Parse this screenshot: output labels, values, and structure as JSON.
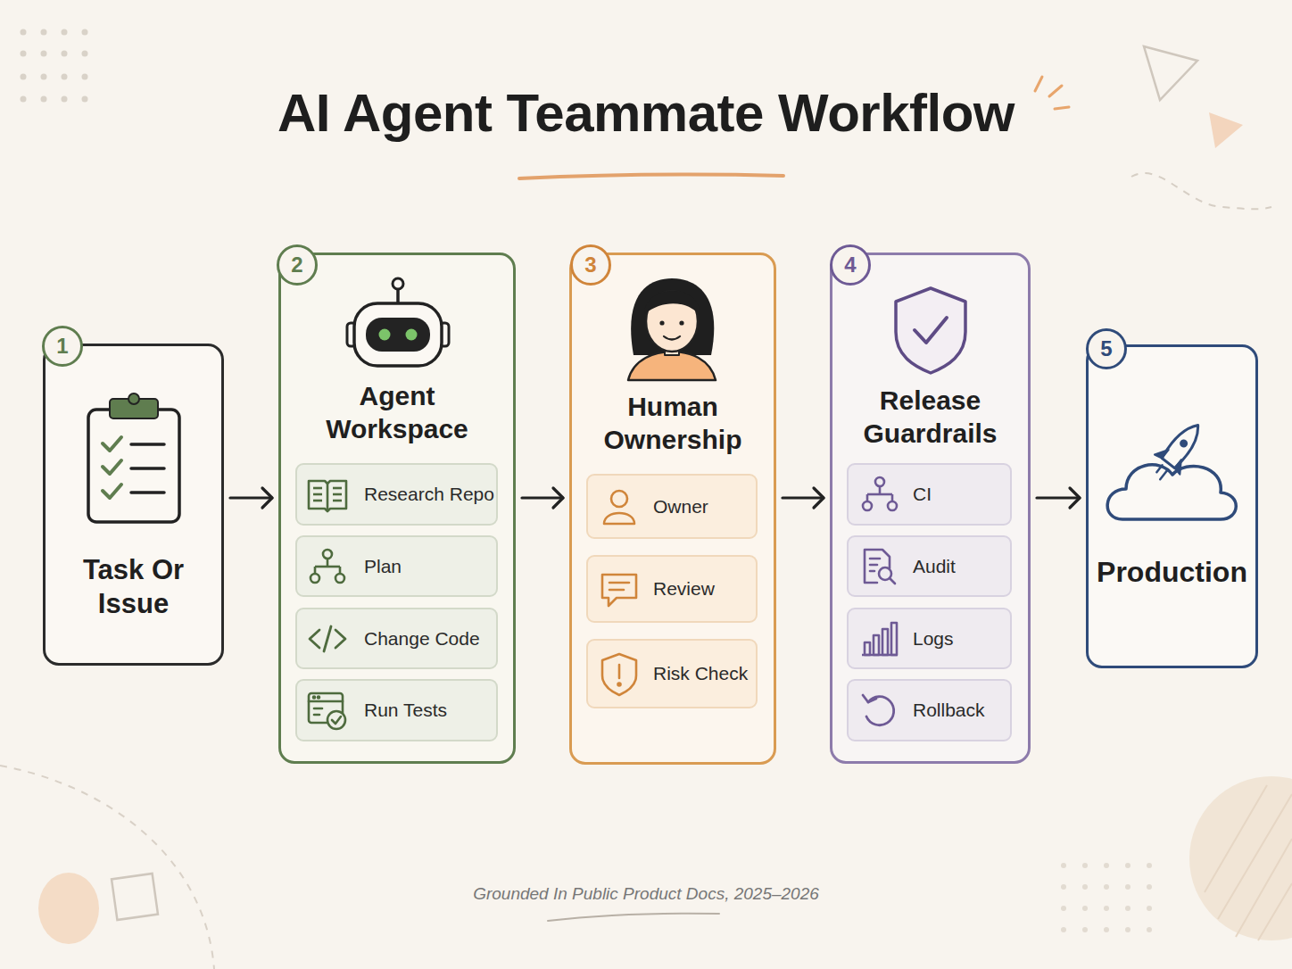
{
  "diagram": {
    "title": "AI Agent Teammate Workflow",
    "caption": "Grounded In Public Product Docs, 2025–2026",
    "nodes": [
      {
        "text": [
          "Task Or Issue"
        ]
      },
      {
        "text": [
          "Agent Workspace"
        ]
      },
      {
        "text": [
          "Research Repo"
        ],
        "in": 1
      },
      {
        "text": [
          "Plan"
        ],
        "in": 1
      },
      {
        "text": [
          "Change Code"
        ],
        "in": 1
      },
      {
        "text": [
          "Run Tests"
        ],
        "in": 1
      },
      {
        "text": [
          "Human Ownership"
        ]
      },
      {
        "text": [
          "Owner"
        ],
        "in": 6
      },
      {
        "text": [
          "Review"
        ],
        "in": 6
      },
      {
        "text": [
          "Risk Check"
        ],
        "in": 6
      },
      {
        "text": [
          "Release Guardrails"
        ]
      },
      {
        "text": [
          "CI"
        ],
        "in": 10
      },
      {
        "text": [
          "Audit"
        ],
        "in": 10
      },
      {
        "text": [
          "Logs"
        ],
        "in": 10
      },
      {
        "text": [
          "Rollback"
        ],
        "in": 10
      },
      {
        "text": [
          "Production"
        ]
      }
    ],
    "edges": [
      {
        "from": 0,
        "to": 1,
        "arrow": "to"
      },
      {
        "from": 1,
        "to": 6,
        "arrow": "to"
      },
      {
        "from": 6,
        "to": 10,
        "arrow": "to"
      },
      {
        "from": 10,
        "to": 15,
        "arrow": "to"
      }
    ],
    "labels": [
      "1",
      "2",
      "3",
      "4",
      "5"
    ]
  }
}
